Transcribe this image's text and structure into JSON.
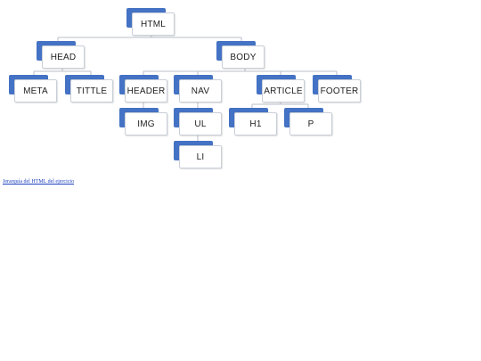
{
  "diagram": {
    "nodes": {
      "html": "HTML",
      "head": "HEAD",
      "body": "BODY",
      "meta": "META",
      "tittle": "TITTLE",
      "header": "HEADER",
      "nav": "NAV",
      "article": "ARTICLE",
      "footer": "FOOTER",
      "img": "IMG",
      "ul": "UL",
      "h1": "H1",
      "p": "P",
      "li": "LI"
    },
    "colors": {
      "tab": "#4472c4",
      "connector": "#b8bfca"
    }
  },
  "caption": {
    "text": "Jerarquía del HTML del ejercicio"
  }
}
